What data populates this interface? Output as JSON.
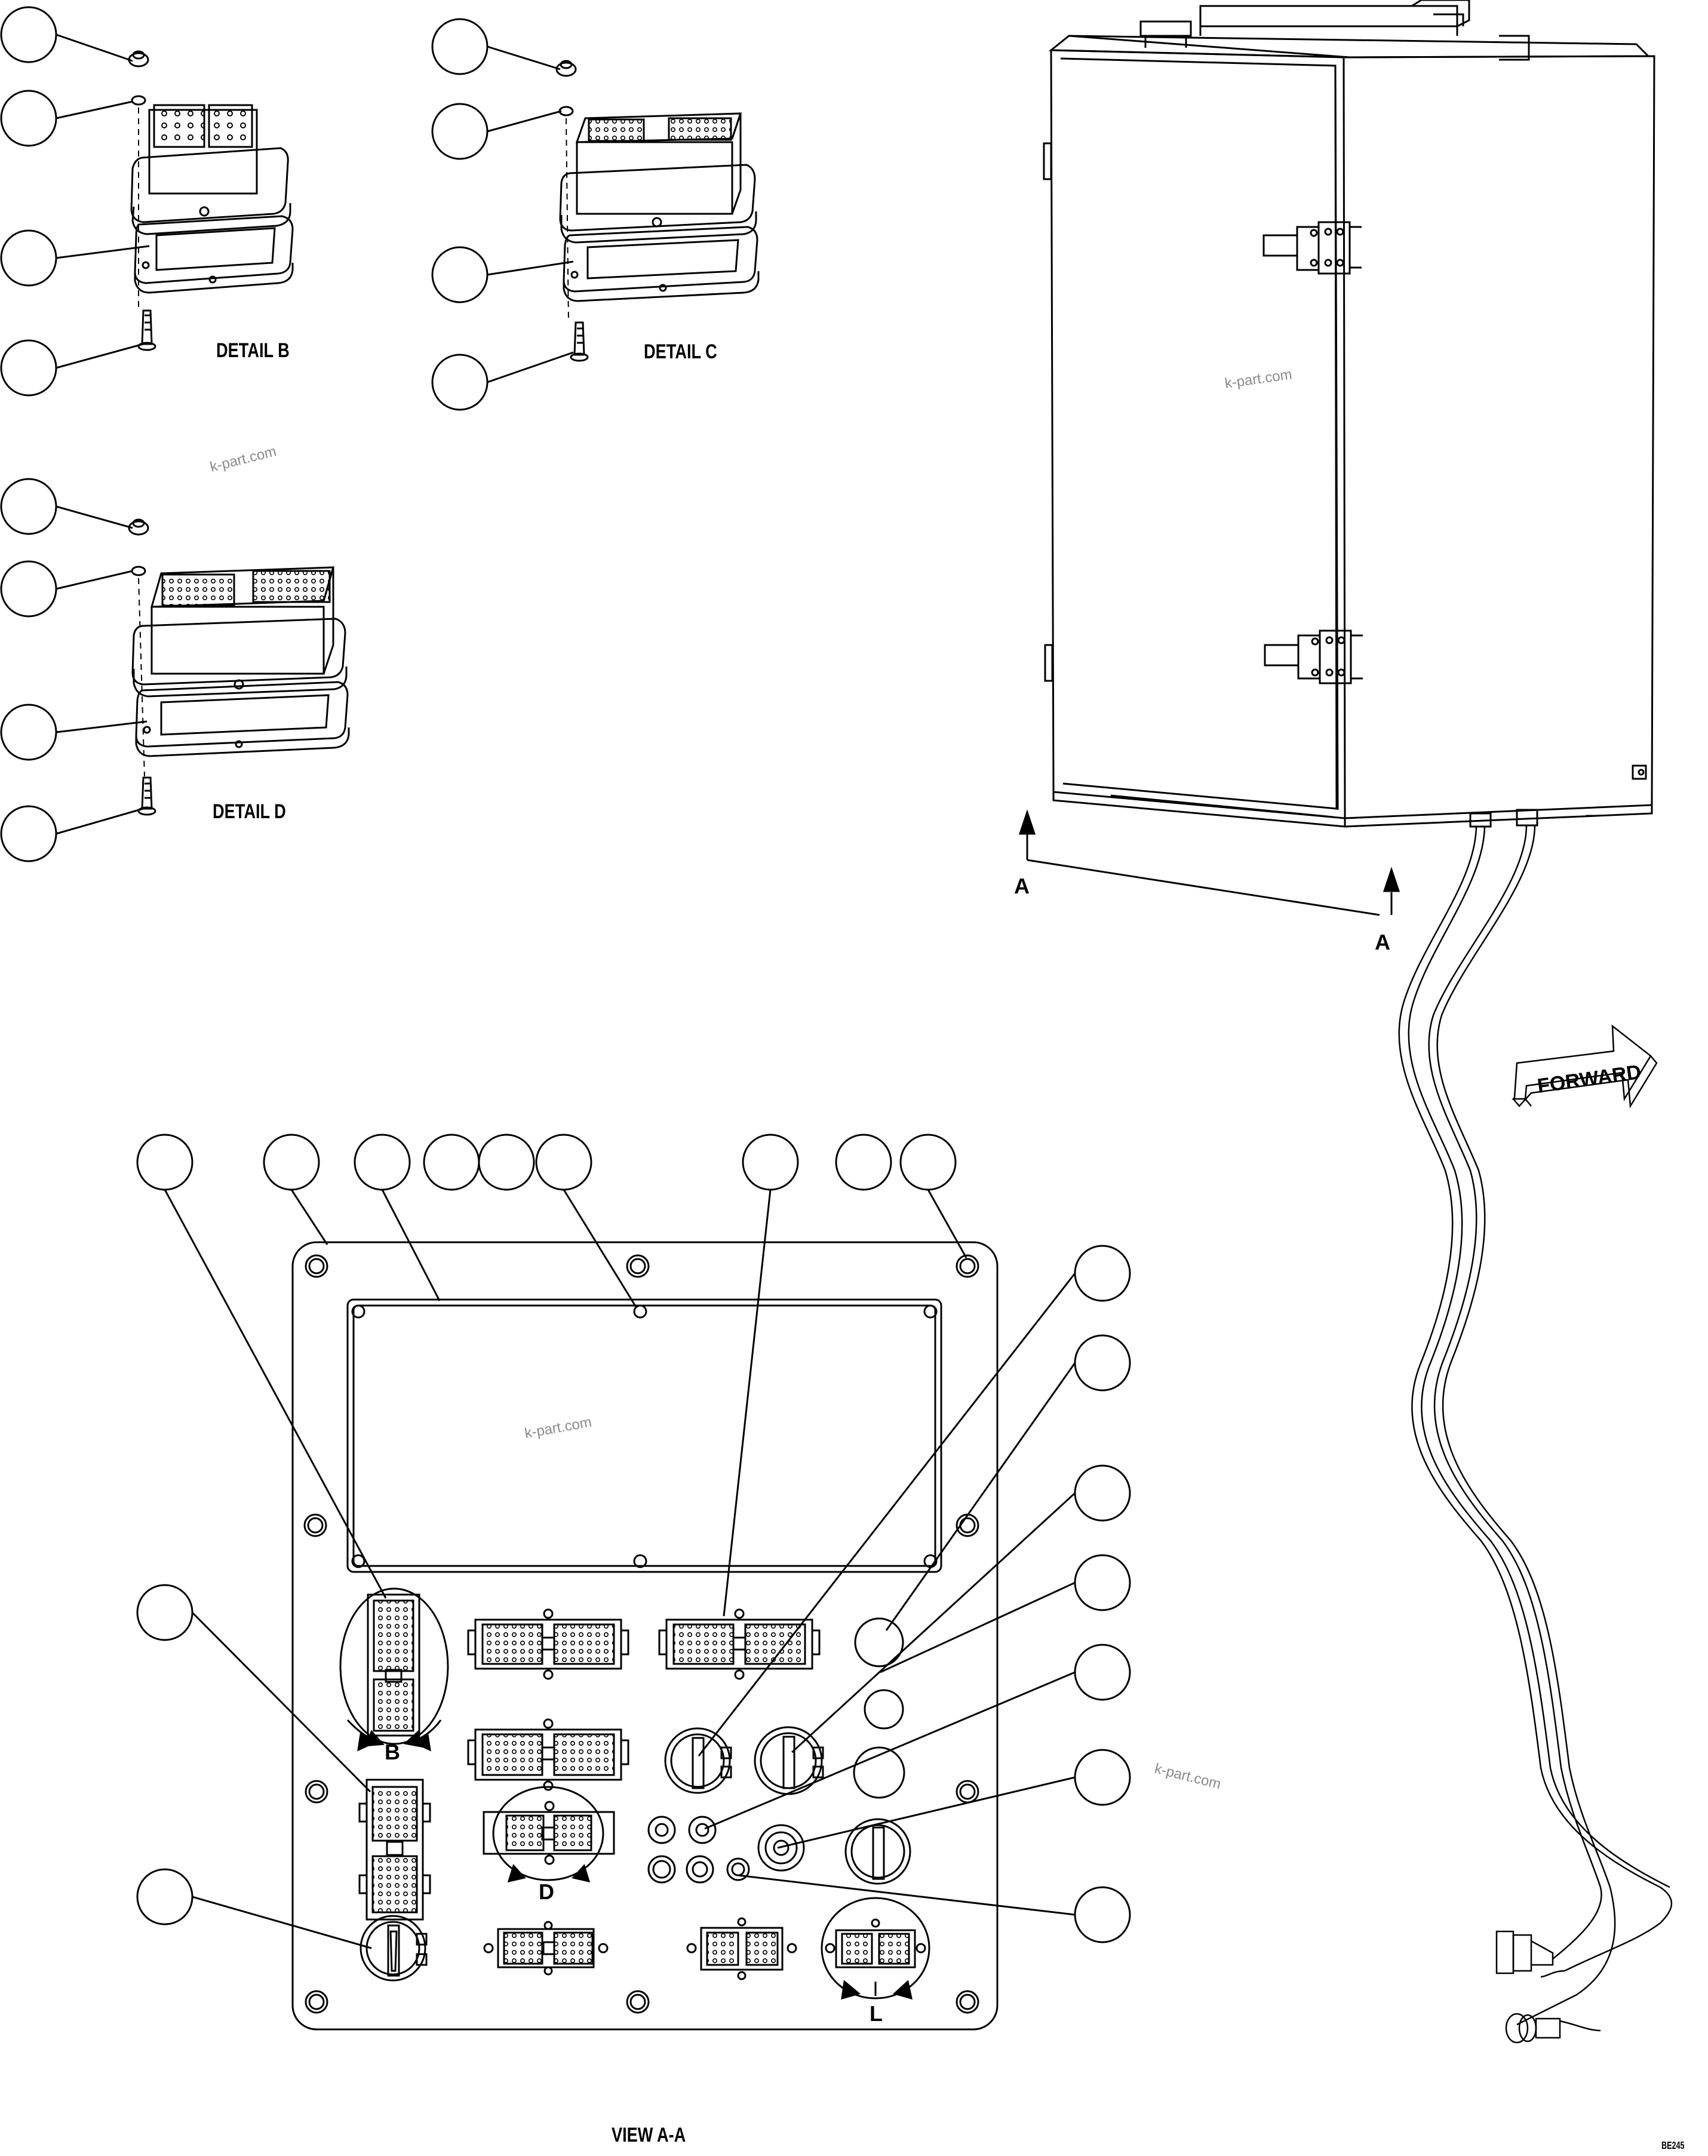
{
  "details": {
    "b": "DETAIL B",
    "c": "DETAIL C",
    "d": "DETAIL D"
  },
  "section": {
    "arrow_left": "A",
    "arrow_right": "A",
    "view_label": "VIEW A-A"
  },
  "forward_label": "FORWARD",
  "connector_letters": {
    "b": "B",
    "d": "D",
    "l": "L"
  },
  "watermark": "k-part.com",
  "figure_code": "BE245",
  "colors": {
    "line": "#000000",
    "watermark": "#8a8a8a",
    "background": "#ffffff"
  }
}
